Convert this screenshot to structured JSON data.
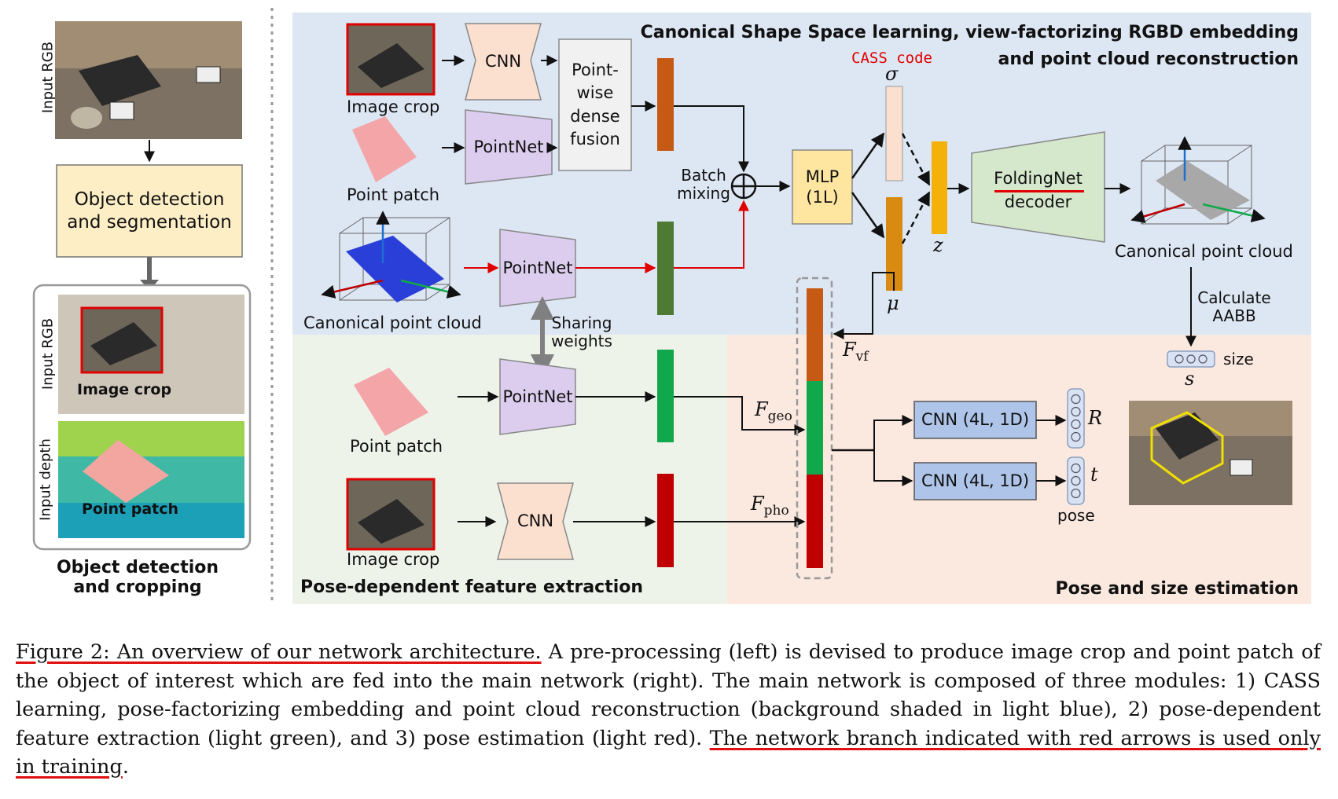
{
  "left_panel": {
    "input_rgb_label": "Input RGB",
    "detection_box": "Object detection\nand segmentation",
    "input_rgb_label_2": "Input RGB",
    "image_crop_label": "Image crop",
    "input_depth_label": "Input depth",
    "point_patch_label": "Point patch",
    "title": "Object detection\nand cropping"
  },
  "blue_module": {
    "title_line1": "Canonical Shape Space learning, view-factorizing RGBD embedding",
    "title_line2": "and point cloud reconstruction",
    "image_crop": "Image crop",
    "point_patch": "Point patch",
    "cnn": "CNN",
    "pointnet": "PointNet",
    "fusion": "Point-\nwise\ndense\nfusion",
    "batch_mixing": "Batch\nmixing",
    "mlp": "MLP\n(1L)",
    "cass_code": "CASS code",
    "sigma": "σ",
    "mu": "μ",
    "z": "z",
    "foldingnet_1": "FoldingNet",
    "foldingnet_2": "decoder",
    "canonical_pc_left": "Canonical point cloud",
    "canonical_pc_right": "Canonical point cloud",
    "pointnet_red": "PointNet",
    "calculate_aabb": "Calculate\nAABB"
  },
  "green_module": {
    "title": "Pose-dependent feature extraction",
    "sharing_weights": "Sharing\nweights",
    "point_patch": "Point patch",
    "pointnet": "PointNet",
    "image_crop": "Image crop",
    "cnn": "CNN"
  },
  "red_module": {
    "title": "Pose and size estimation",
    "f_vf": "F",
    "f_vf_sub": "vf",
    "f_geo": "F",
    "f_geo_sub": "geo",
    "f_pho": "F",
    "f_pho_sub": "pho",
    "cnn_r": "CNN (4L, 1D)",
    "cnn_t": "CNN (4L, 1D)",
    "r": "R",
    "t": "t",
    "pose": "pose",
    "size": "size",
    "s": "s"
  },
  "caption": {
    "fig": "Figure 2:  An overview of our network architecture.",
    "text1": "  A pre-processing (left) is devised to produce image crop and point patch of the object of interest which are fed into the main network (right). The main network is composed of three modules: 1) CASS learning, pose-factorizing embedding and point cloud reconstruction (background shaded in light blue), 2) pose-dependent feature extraction (light green), and 3) pose estimation (light red). ",
    "red_branch": "The network branch indicated with red arrows is used only in training",
    "end": "."
  },
  "colors": {
    "blue_bg": "#dde6f3",
    "green_bg": "#eef3ea",
    "red_bg": "#fbe9e0",
    "cnn_fill": "#fbe0d0",
    "pointnet_fill": "#dccdee",
    "mlp_fill": "#ffe6a0",
    "folding_fill": "#d5e8cc",
    "cnn4l_fill": "#aec4e8",
    "feat_orange": "#c65a14",
    "feat_green": "#4e7a34",
    "feat_bright_green": "#10a84a",
    "feat_red": "#c00000",
    "code_orange": "#d98a10",
    "code_yellow": "#f4b10a",
    "arrow_red": "#e00000"
  }
}
